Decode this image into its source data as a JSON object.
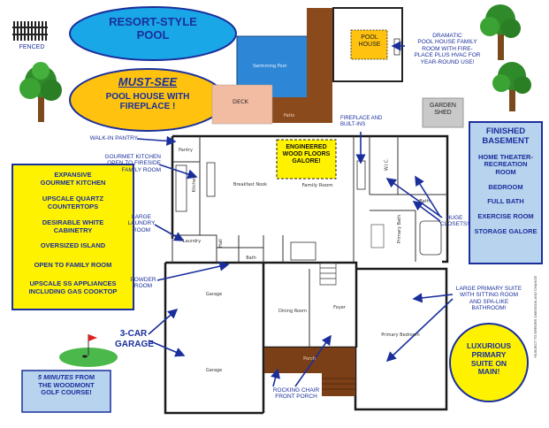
{
  "callouts": {
    "fenced": "FENCED",
    "resort_pool": [
      "RESORT-STYLE",
      "POOL"
    ],
    "must_see": "MUST-SEE",
    "pool_house_fireplace": [
      "POOL HOUSE WITH",
      "FIREPLACE !"
    ],
    "pool_house": [
      "POOL",
      "HOUSE"
    ],
    "dramatic": [
      "DRAMATIC",
      "POOL HOUSE FAMILY",
      "ROOM WITH FIRE-",
      "PLACE PLUS HVAC FOR",
      "YEAR-ROUND USE!"
    ],
    "garden_shed": [
      "GARDEN",
      "SHED"
    ],
    "fireplace_builtins": [
      "FIREPLACE AND",
      "BUILT-INS"
    ],
    "walk_in_pantry": "WALK-IN PANTRY",
    "gourmet_kitchen": [
      "GOURMET KITCHEN",
      "OPEN TO FIRESIDE",
      "FAMILY ROOM"
    ],
    "engineered_floors": [
      "ENGINEERED",
      "WOOD FLOORS",
      "GALORE!"
    ],
    "large_laundry": [
      "LARGE",
      "LAUNDRY",
      "ROOM"
    ],
    "huge_closets": [
      "HUGE",
      "CLOSETS!"
    ],
    "powder_room": [
      "POWDER",
      "ROOM"
    ],
    "three_car": [
      "3-CAR",
      "GARAGE"
    ],
    "large_primary": [
      "LARGE PRIMARY SUITE",
      "WITH  SITTING ROOM",
      "AND SPA-LIKE",
      "BATHROOM!"
    ],
    "rocking_chair": [
      "ROCKING CHAIR",
      "FRONT PORCH"
    ],
    "woodmont_prefix": "5 MINUTES",
    "woodmont": [
      "FROM",
      "THE WOODMONT",
      "GOLF COURSE!"
    ],
    "luxurious": [
      "LUXURIOUS",
      "PRIMARY",
      "SUITE ON",
      "MAIN!"
    ],
    "subject_to_change": "*SUBJECT TO ERRORS OMISSION AND CHANGE"
  },
  "kitchen_list": [
    "EXPANSIVE",
    "GOURMET KITCHEN",
    "UPSCALE QUARTZ",
    "COUNTERTOPS",
    "DESIRABLE WHITE",
    "CABINETRY",
    "OVERSIZED ISLAND",
    "OPEN TO FAMILY ROOM",
    "UPSCALE SS APPLIANCES",
    "INCLUDING GAS COOKTOP"
  ],
  "basement_list": [
    "FINISHED",
    "BASEMENT",
    "HOME THEATER-",
    "RECREATION",
    "ROOM",
    "BEDROOM",
    "FULL BATH",
    "EXERCISE ROOM",
    "STORAGE GALORE"
  ],
  "rooms": {
    "swimming_pool": "Swimming Pool",
    "deck": "DECK",
    "patio": "Patio",
    "pantry": "Pantry",
    "kitchen": "Kitchen",
    "breakfast_nook": "Breakfast Nook",
    "family_room": "Family Room",
    "wic": "W.I.C.",
    "bath_upper": "Bath",
    "primary_bath": "Primary Bath",
    "laundry": "Laundry",
    "hall": "Hall",
    "bath_powder": "Bath",
    "garage_top": "Garage",
    "garage_bottom": "Garage",
    "dining_room": "Dining Room",
    "foyer": "Foyer",
    "primary_bedroom": "Primary Bedroom",
    "porch": "Porch"
  },
  "colors": {
    "title_blue": "#1a2f9c",
    "pool_oval": "#1aa7e8",
    "must_see_oval": "#ffc20e",
    "kitchen_box": "#fff200",
    "basement_box": "#b8d3ee",
    "pool_water": "#2e86d6",
    "deck": "#f2bca2",
    "patio_wood": "#8b4a1c",
    "porch_wood": "#7a3f17"
  }
}
